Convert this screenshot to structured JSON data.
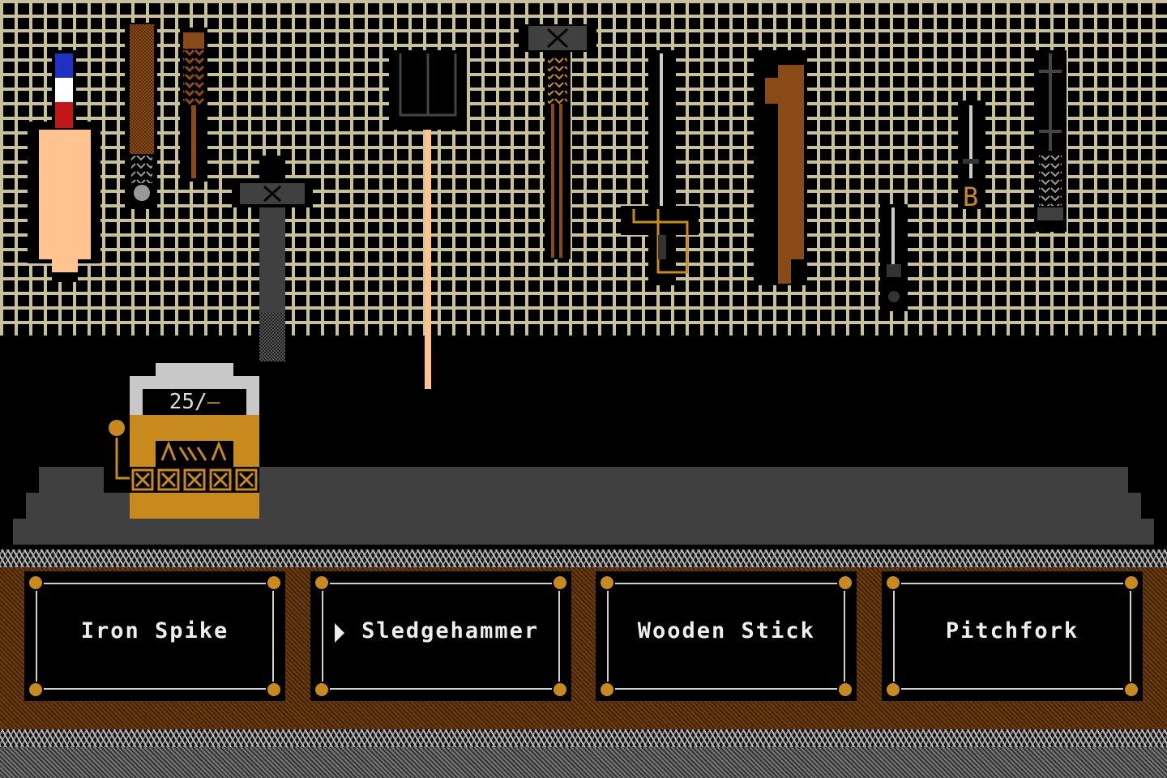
{
  "hud": {
    "ammo_current": "25",
    "ammo_separator": "/",
    "ammo_max": "–"
  },
  "weapon_menu": {
    "selected_index": 1,
    "items": [
      {
        "label": "Iron Spike"
      },
      {
        "label": "Sledgehammer"
      },
      {
        "label": "Wooden Stick"
      },
      {
        "label": "Pitchfork"
      }
    ]
  },
  "colors": {
    "wall_grid": "#c7c29a",
    "accent_gold": "#c88a1c",
    "wood_brown": "#8a4a18",
    "table_gray": "#404040",
    "skin": "#ffc38f"
  },
  "wall_letter": "B"
}
